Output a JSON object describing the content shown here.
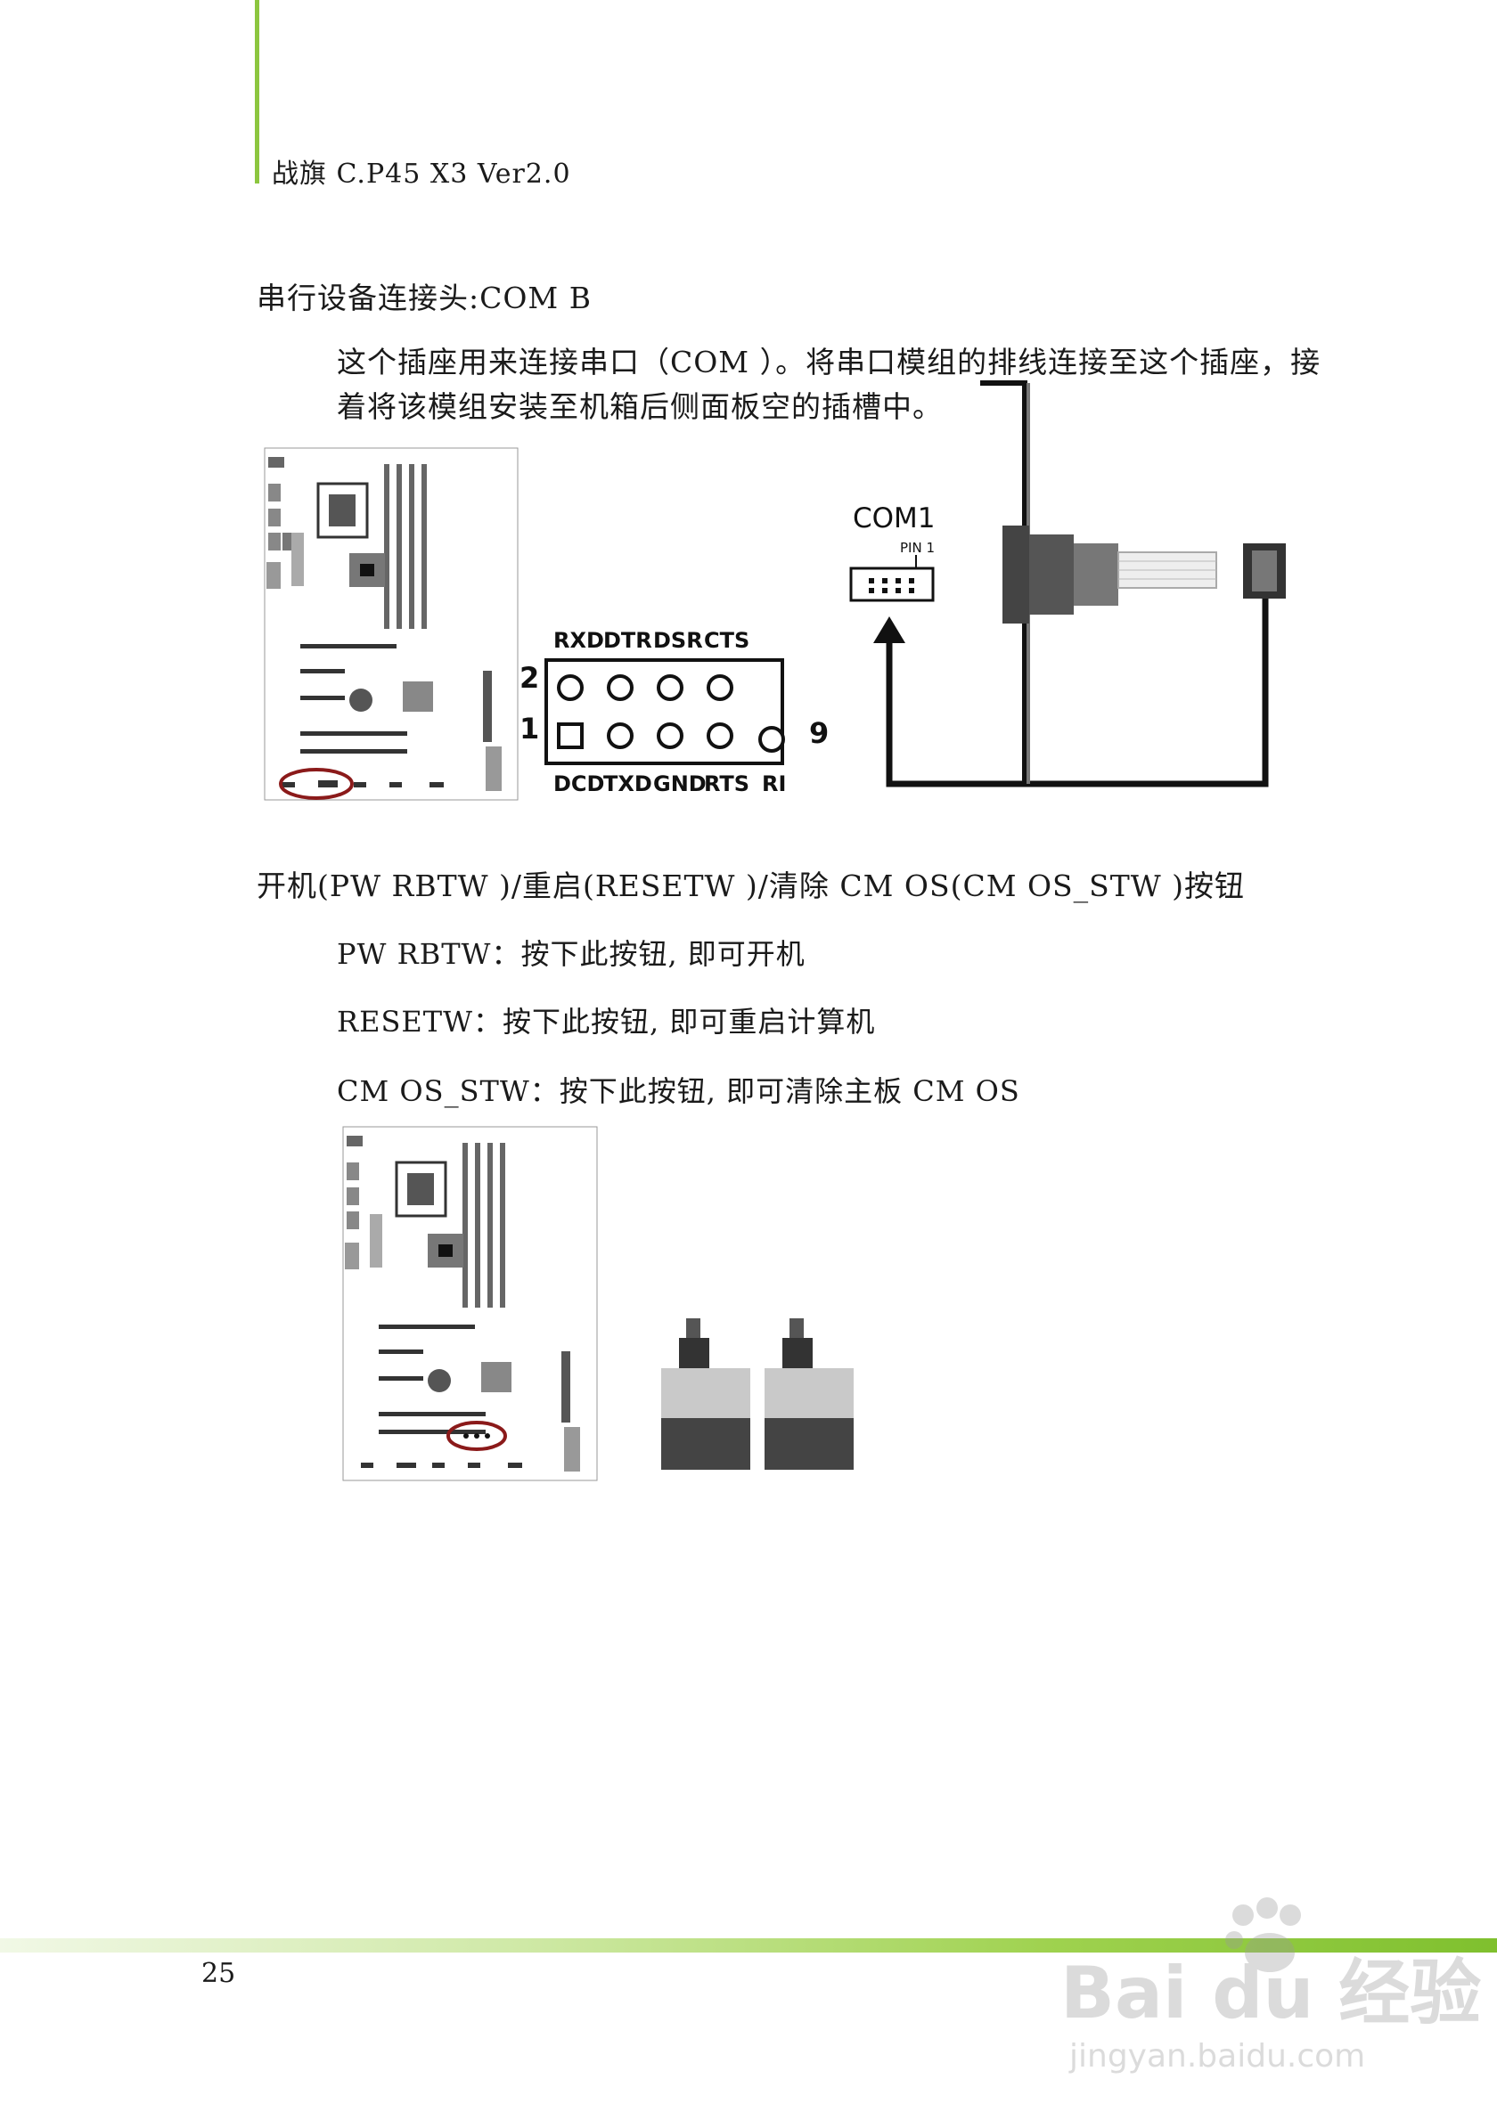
{
  "header": {
    "title": "战旗 C.P45 X3 Ver2.0"
  },
  "com_section": {
    "title": "串行设备连接头:COM B",
    "paragraph": [
      "这个插座用来连接串口（COM ）。将串口模组的排线连接至这个插座，接",
      "着将该模组安装至机箱后侧面板空的插槽中。"
    ],
    "diagram": {
      "label": "COM1",
      "pin1": "PIN 1",
      "top_pins": [
        "RXD",
        "DTR",
        "DSR",
        "CTS"
      ],
      "bottom_pins": [
        "DCD",
        "TXD",
        "GND",
        "RTS",
        "RI"
      ],
      "row_top_number": "2",
      "row_bottom_number": "1",
      "end_number": "9"
    }
  },
  "button_section": {
    "title": "开机(PW RBTW )/重启(RESETW )/清除 CM OS(CM OS_STW )按钮",
    "items": [
      "PW RBTW：按下此按钮, 即可开机",
      "RESETW：按下此按钮, 即可重启计算机",
      "CM OS_STW：按下此按钮, 即可清除主板 CM OS"
    ]
  },
  "footer": {
    "page_number": "25"
  },
  "watermark": {
    "brand": "Bai du 经验",
    "url": "jingyan.baidu.com"
  },
  "colors": {
    "accent_green": "#8cc63f",
    "highlight_red": "#8b1a1a"
  }
}
